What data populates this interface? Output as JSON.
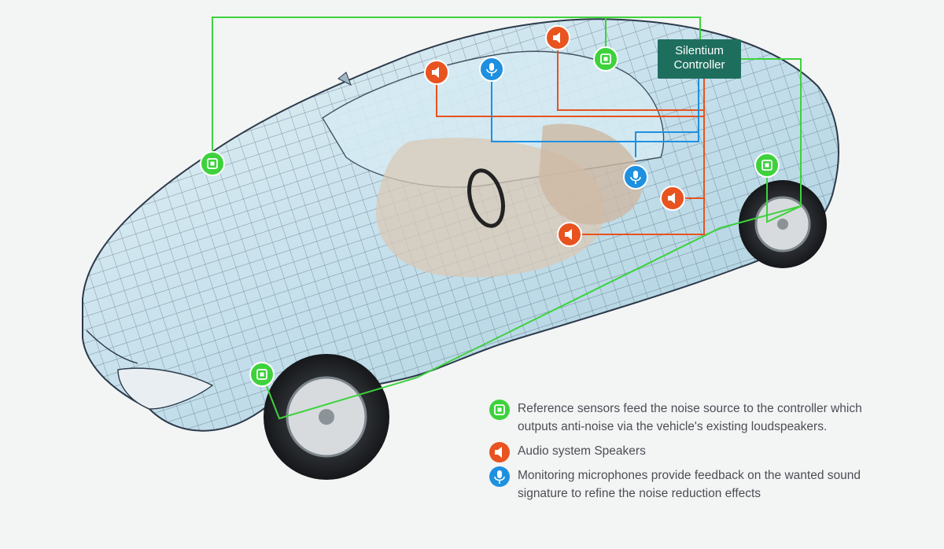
{
  "diagram": {
    "controller_label_line1": "Silentium",
    "controller_label_line2": "Controller"
  },
  "legend": {
    "items": [
      {
        "icon": "reference-sensor-icon",
        "color": "#3dd23c",
        "text": "Reference sensors feed the noise source to the controller which outputs anti-noise via the vehicle's existing loudspeakers."
      },
      {
        "icon": "speaker-icon",
        "color": "#e8531f",
        "text": "Audio system Speakers"
      },
      {
        "icon": "microphone-icon",
        "color": "#1e90e0",
        "text": "Monitoring microphones provide feedback on the wanted sound signature to refine the noise reduction effects"
      }
    ]
  },
  "colors": {
    "sensor": "#3dd23c",
    "speaker": "#e8531f",
    "microphone": "#1e90e0",
    "controller": "#1e6e5e",
    "wireframe": "#2c3a4a",
    "glass": "#c6e2ee"
  }
}
